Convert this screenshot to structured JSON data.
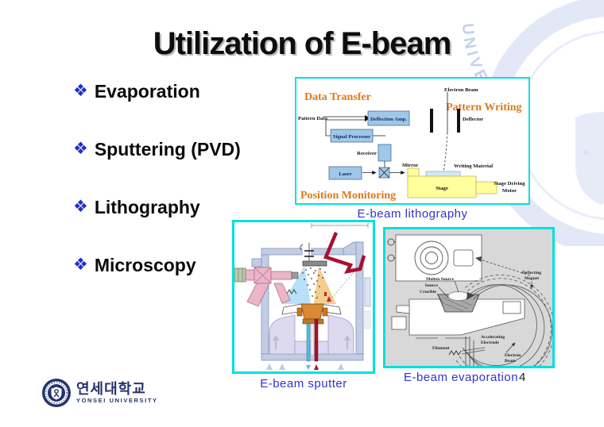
{
  "slide": {
    "title": "Utilization of E-beam",
    "page_number": "4"
  },
  "bullets": {
    "marker": "❖",
    "items": [
      "Evaporation",
      "Sputtering (PVD)",
      "Lithography",
      "Microscopy"
    ]
  },
  "captions": {
    "lithography": "E-beam lithography",
    "sputter": "E-beam sputter",
    "evaporation": "E-beam evaporation"
  },
  "lithography_diagram": {
    "heading_data_transfer": "Data Transfer",
    "heading_pattern_writing": "Pattern Writing",
    "heading_position_monitoring": "Position Monitoring",
    "label_electron_beam": "Electron Beam",
    "label_pattern_data": "Pattern Data",
    "label_deflector": "Deflector",
    "label_receiver": "Receiver",
    "label_mirror": "Mirror",
    "label_writing_material": "Writing Material",
    "label_stage_driving_1": "Stage Driving",
    "label_stage_driving_2": "Motor",
    "box_deflection_amp": "Deflection Amp.",
    "box_signal_processor": "Signal Processor",
    "box_laser": "Laser",
    "box_stage": "Stage"
  },
  "evaporation_diagram": {
    "label_molten_source": "Molten Source",
    "label_source": "Source",
    "label_crucible": "Crucible",
    "label_deflecting_1": "Deflecting",
    "label_deflecting_2": "Magnet",
    "label_accelerating_1": "Accelerating",
    "label_accelerating_2": "Electrode",
    "label_filament": "Filament",
    "label_electron_1": "Electron",
    "label_electron_2": "Beam"
  },
  "watermark": {
    "arc_text": "UNIVERSITY"
  },
  "logo": {
    "korean_name": "연세대학교",
    "english_name": "YONSEI UNIVERSITY"
  },
  "colors": {
    "frame_cyan": "#00E0E0",
    "caption_blue": "#3232CD",
    "heading_orange": "#E07818",
    "box_blue": "#9FC8E8",
    "stage_yellow": "#FFFF9E",
    "logo_navy": "#25336E",
    "bullet_blue": "#2232C2",
    "pipe_red": "#A81030"
  }
}
